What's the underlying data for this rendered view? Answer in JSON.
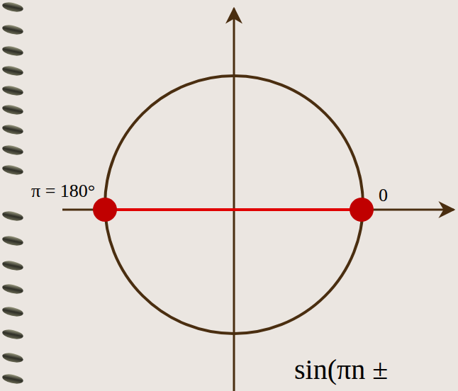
{
  "diagram": {
    "labels": [
      "π = 180°",
      "0",
      "sin(πn ±"
    ]
  }
}
